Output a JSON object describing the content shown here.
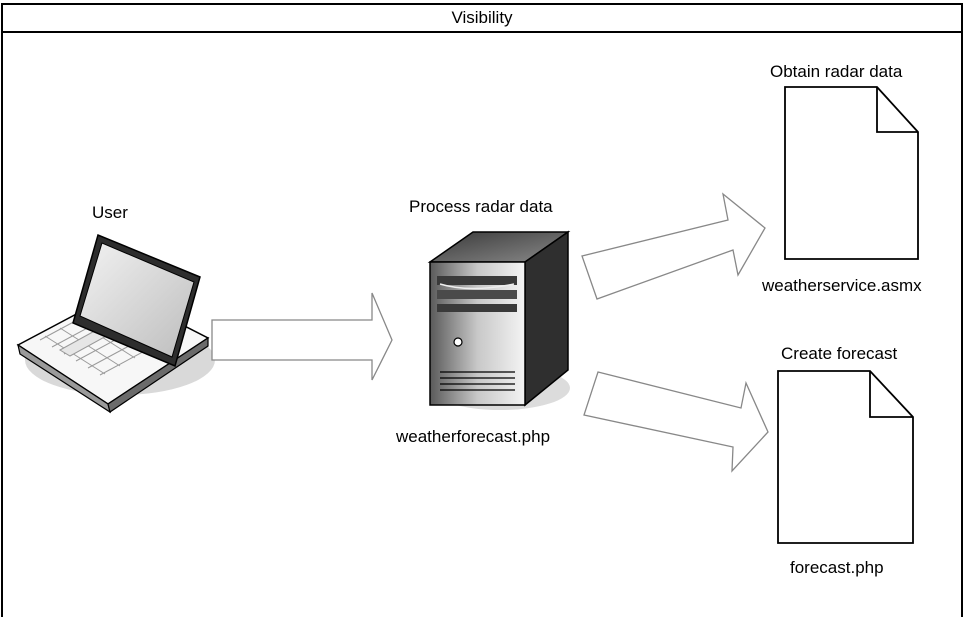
{
  "header": {
    "title": "Visibility"
  },
  "nodes": {
    "user": {
      "label": "User",
      "icon": "laptop-icon"
    },
    "server": {
      "top_label": "Process radar data",
      "bottom_label": "weatherforecast.php",
      "icon": "server-tower-icon"
    },
    "radar_doc": {
      "top_label": "Obtain radar data",
      "bottom_label": "weatherservice.asmx",
      "icon": "document-icon"
    },
    "forecast_doc": {
      "top_label": "Create forecast",
      "bottom_label": "forecast.php",
      "icon": "document-icon"
    }
  },
  "colors": {
    "stroke": "#000000",
    "arrow_fill": "#ffffff",
    "arrow_stroke": "#888888",
    "shadow": "#d0d0d0"
  }
}
